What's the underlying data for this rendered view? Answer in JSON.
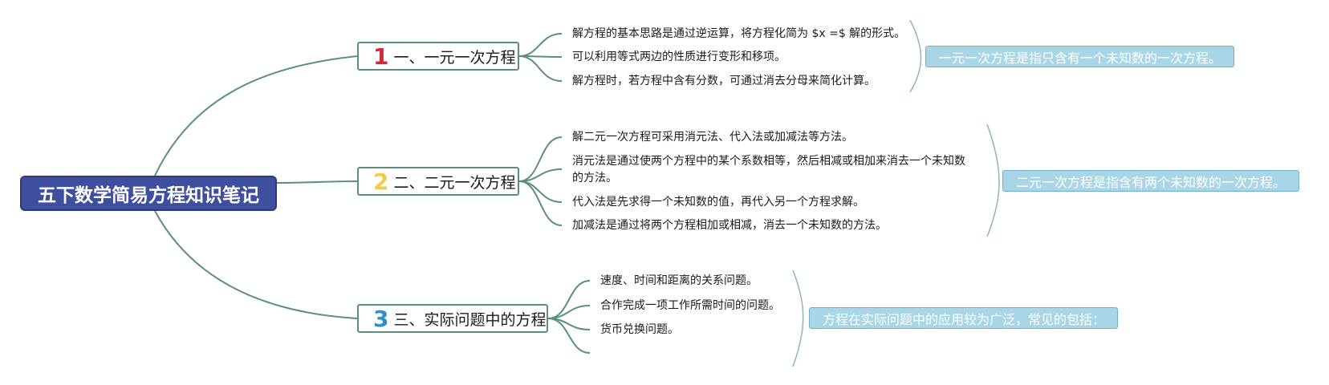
{
  "colors": {
    "root_bg": "#3e4f9f",
    "connector": "#5b8f80",
    "num1": "#d9243a",
    "num2": "#f2cb48",
    "num3": "#2e8fcf",
    "summary_bg": "#a9d6e6",
    "bracket": "#8fb8aa"
  },
  "root": {
    "title": "五下数学简易方程知识笔记"
  },
  "branches": [
    {
      "num": "1",
      "label": "一、一元一次方程",
      "summary": "一元一次方程是指只含有一个未知数的一次方程。",
      "leaves": [
        "解方程的基本思路是通过逆运算，将方程化简为 $x =$ 解的形式。",
        "可以利用等式两边的性质进行变形和移项。",
        "解方程时，若方程中含有分数，可通过消去分母来简化计算。"
      ]
    },
    {
      "num": "2",
      "label": "二、二元一次方程",
      "summary": "二元一次方程是指含有两个未知数的一次方程。",
      "leaves": [
        "解二元一次方程可采用消元法、代入法或加减法等方法。",
        "消元法是通过使两个方程中的某个系数相等，然后相减或相加来消去一个未知数的方法。",
        "代入法是先求得一个未知数的值，再代入另一个方程求解。",
        "加减法是通过将两个方程相加或相减，消去一个未知数的方法。"
      ]
    },
    {
      "num": "3",
      "label": "三、实际问题中的方程",
      "summary": "方程在实际问题中的应用较为广泛，常见的包括：",
      "leaves": [
        "速度、时间和距离的关系问题。",
        "合作完成一项工作所需时间的问题。",
        "货币兑换问题。"
      ]
    }
  ]
}
